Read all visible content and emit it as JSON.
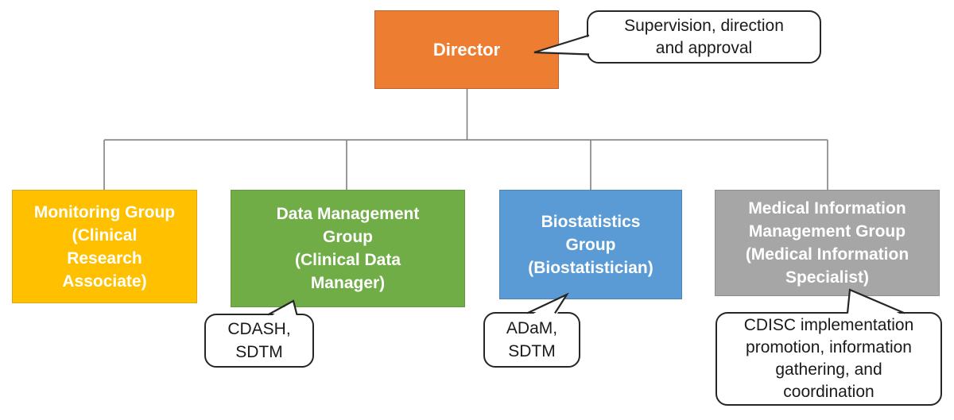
{
  "chart": {
    "type": "org-chart",
    "background_color": "#ffffff",
    "connector_color": "#808080",
    "callout_border_color": "#262626",
    "box_text_color": "#ffffff",
    "callout_text_color": "#1a1a1a",
    "director": {
      "label": "Director",
      "fill": "#ED7D31"
    },
    "groups": [
      {
        "label": "Monitoring Group\n(Clinical\nResearch\nAssociate)",
        "fill": "#FFC000"
      },
      {
        "label": "Data Management\nGroup\n(Clinical Data\nManager)",
        "fill": "#70AD47"
      },
      {
        "label": "Biostatistics\nGroup\n(Biostatistician)",
        "fill": "#5B9BD5"
      },
      {
        "label": "Medical Information\nManagement Group\n(Medical Information\nSpecialist)",
        "fill": "#A6A6A6"
      }
    ],
    "callouts": [
      {
        "text": "Supervision, direction\nand approval",
        "attached_to": "Director"
      },
      {
        "text": "CDASH,\nSDTM",
        "attached_to": "Data Management Group"
      },
      {
        "text": "ADaM,\nSDTM",
        "attached_to": "Biostatistics Group"
      },
      {
        "text": "CDISC implementation\npromotion, information\ngathering, and\ncoordination",
        "attached_to": "Medical Information Management Group"
      }
    ]
  }
}
